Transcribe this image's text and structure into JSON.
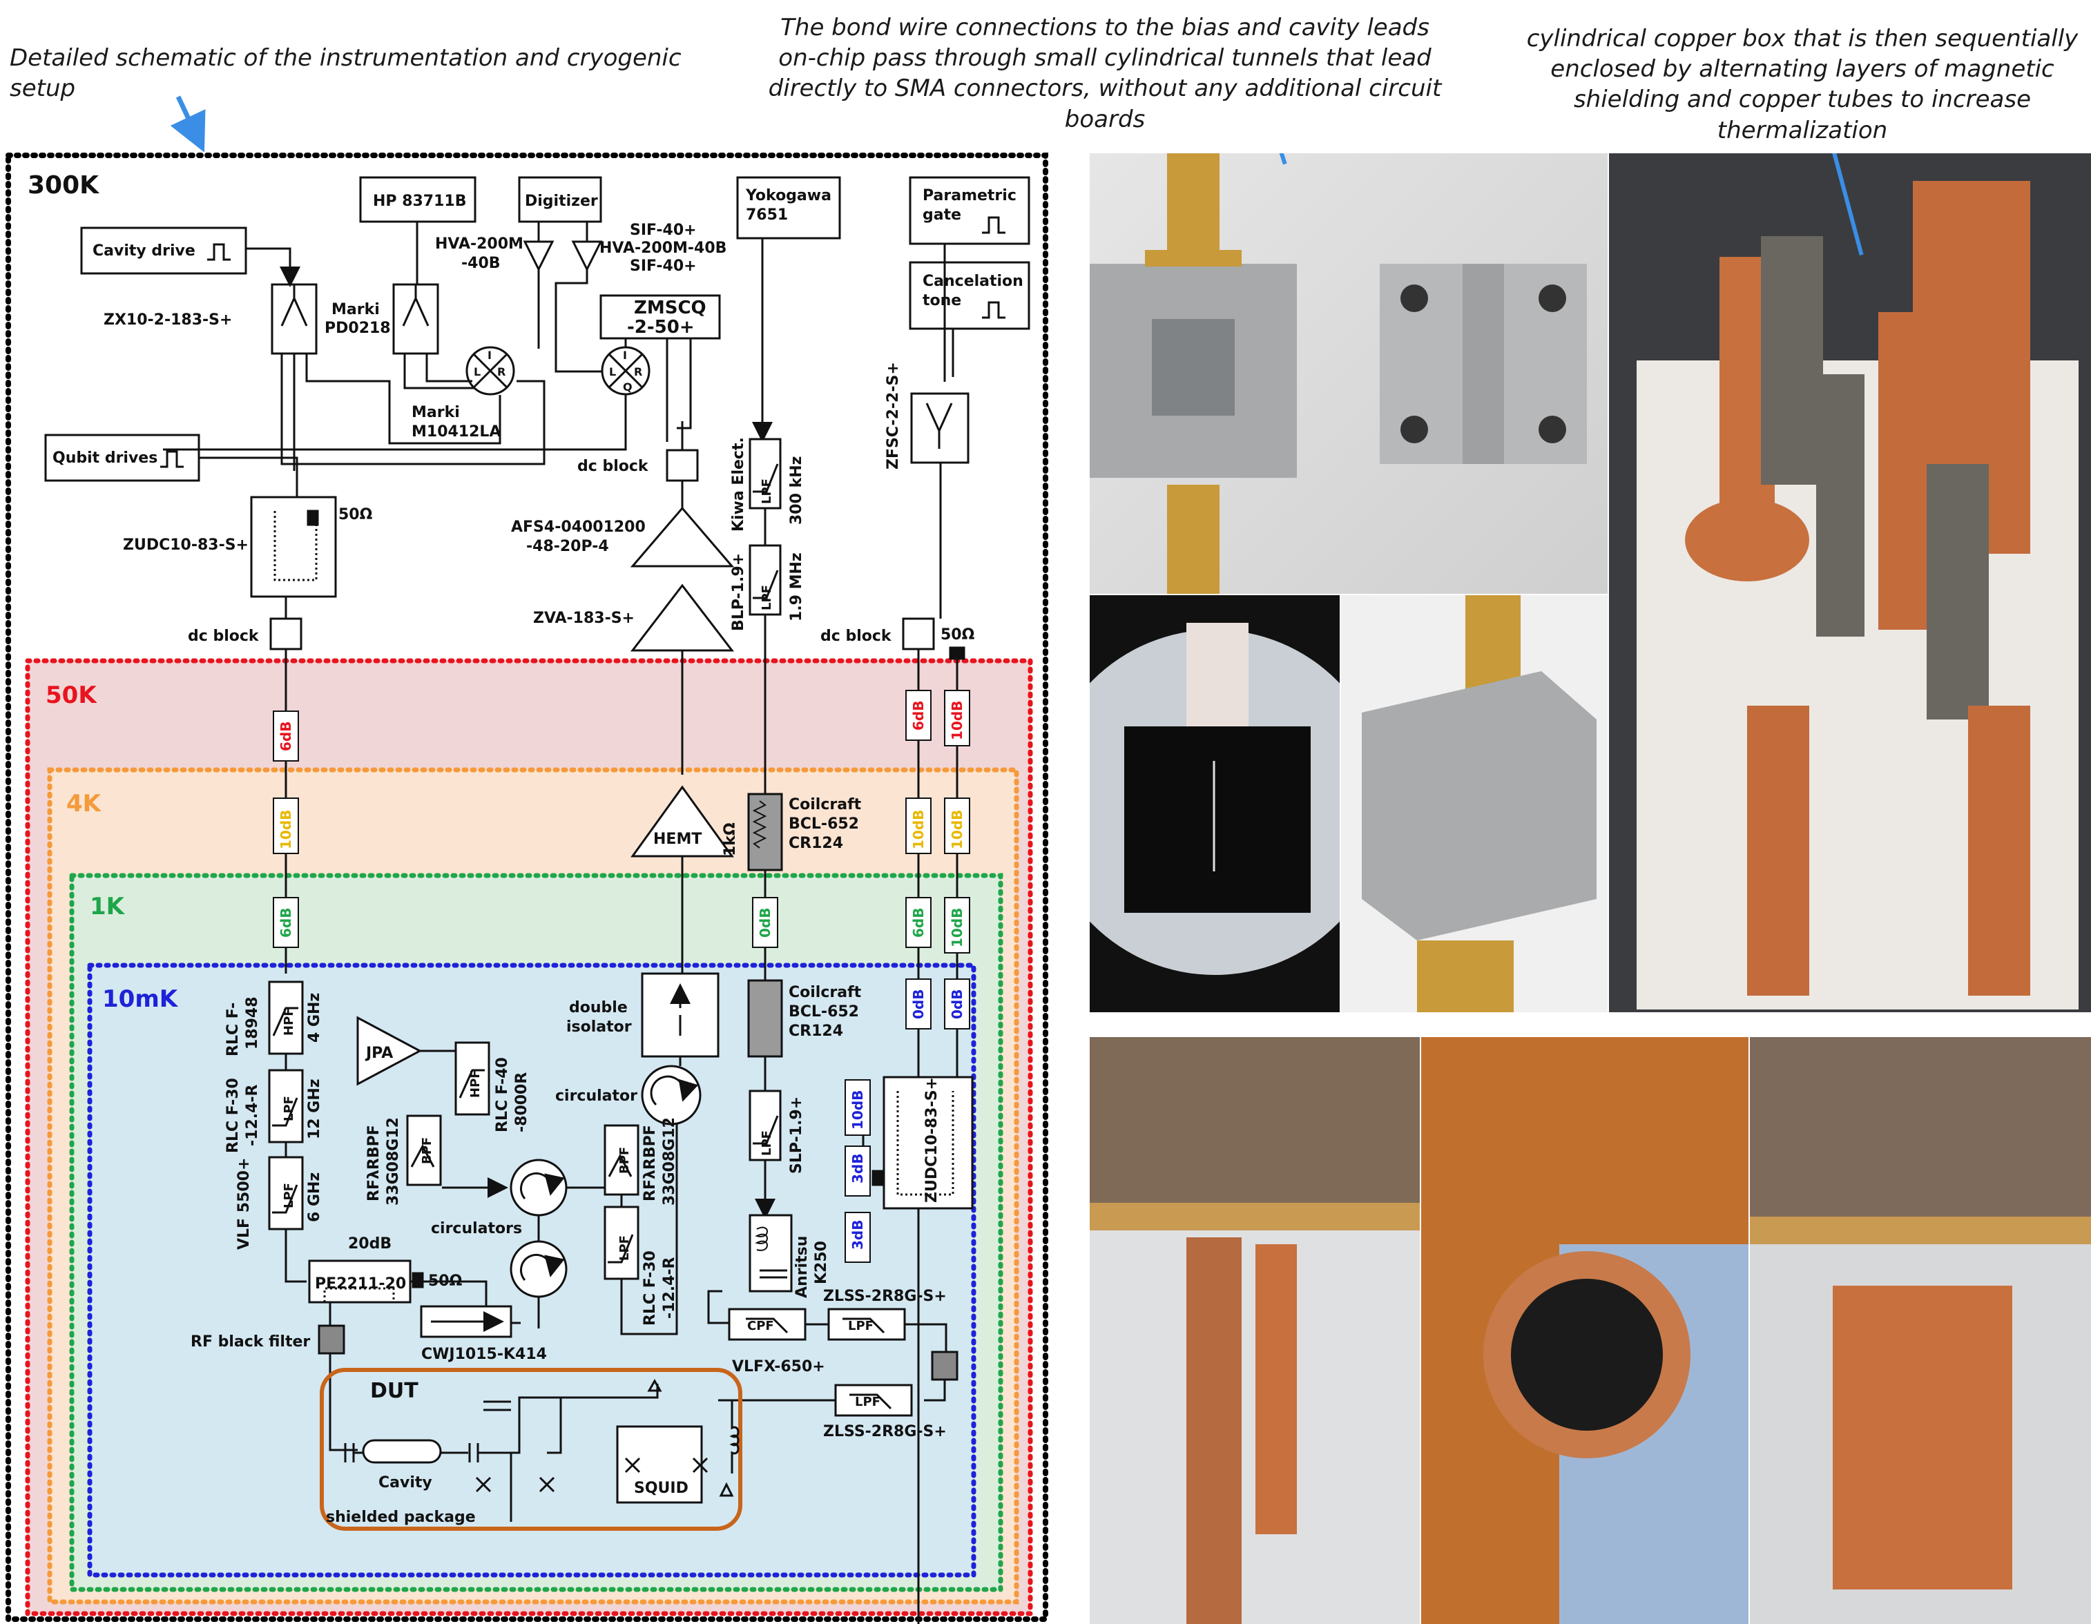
{
  "annotations": {
    "schematic": "Detailed schematic of the instrumentation and cryogenic setup",
    "bondwire": "The bond wire connections to the bias and cavity leads on-chip pass through small cylindrical tunnels that lead directly to SMA connectors, without any additional circuit boards",
    "copperbox": "cylindrical copper box that is then sequentially enclosed by alternating layers of magnetic shielding and copper tubes to increase thermalization"
  },
  "stages": {
    "s300": "300K",
    "s50": "50K",
    "s4": "4K",
    "s1": "1K",
    "s10": "10mK"
  },
  "stage_colors": {
    "s300": "#000000",
    "s50": "#e8141e",
    "s4": "#f59a3a",
    "s1": "#1fa64a",
    "s10": "#1e22d8"
  },
  "stage_fills": {
    "s50": "#f1d6d7",
    "s4": "#fbe4d2",
    "s1": "#dbeede",
    "s10": "#d4e8f2"
  },
  "instruments": {
    "hp": "HP 83711B",
    "digitizer": "Digitizer",
    "yokogawa_1": "Yokogawa",
    "yokogawa_2": "7651",
    "parametric_1": "Parametric",
    "parametric_2": "gate",
    "cancel_1": "Cancelation",
    "cancel_2": "tone",
    "cavity_drive": "Cavity drive",
    "qubit_drives": "Qubit drives"
  },
  "labels": {
    "zx10": "ZX10-2-183-S+",
    "marki_pd_1": "Marki",
    "marki_pd_2": "PD0218",
    "hva_left_1": "HVA-200M",
    "hva_left_2": "-40B",
    "sif_top": "SIF-40+",
    "hva_right": "HVA-200M-40B",
    "sif_bottom": "SIF-40+",
    "zmscq_1": "ZMSCQ",
    "zmscq_2": "-2-50+",
    "mixer_L": "L",
    "mixer_I": "I",
    "mixer_R": "R",
    "iq_I": "I",
    "iq_L": "L",
    "iq_Q": "Q",
    "iq_R": "R",
    "marki_m_1": "Marki",
    "marki_m_2": "M10412LA",
    "dc_block_a": "dc block",
    "afs4_1": "AFS4-04001200",
    "afs4_2": "-48-20P-4",
    "zva": "ZVA-183-S+",
    "kiwa": "Kiwa Elect.",
    "lpf300_freq": "300 kHz",
    "blp": "BLP-1.9+",
    "blp_freq": "1.9 MHz",
    "zfsc": "ZFSC-2-2-S+",
    "zudc_top": "ZUDC10-83-S+",
    "ohm50_a": "50Ω",
    "dc_block_b": "dc block",
    "dc_block_c": "dc block",
    "ohm50_b": "50Ω",
    "att_6db": "6dB",
    "att_10db": "10dB",
    "att_0db": "0dB",
    "att_3db": "3dB",
    "hemt": "HEMT",
    "r1k": "1kΩ",
    "coilcraft_1": "Coilcraft",
    "coilcraft_2": "BCL-652",
    "coilcraft_3": "CR124",
    "double_iso_1": "double",
    "double_iso_2": "isolator",
    "circulator": "circulator",
    "circulators": "circulators",
    "slp": "SLP-1.9+",
    "zudc_bottom": "ZUDC10-83-S+",
    "rlc_hpf_1": "RLC F-",
    "rlc_hpf_2": "18948",
    "hpf_freq": "4 GHz",
    "rlc_lpf_1": "RLC F-30",
    "rlc_lpf_2": "-12.4-R",
    "lpf12_freq": "12 GHz",
    "vlf_1": "VLF 5500+",
    "lpf6_freq": "6 GHz",
    "jpa": "JPA",
    "rlc_f40_1": "RLC F-40",
    "rlc_f40_2": "-8000R",
    "rfl_bpf_1": "RFλRBPF",
    "rfl_bpf_2": "33G08G12",
    "att_20db": "20dB",
    "pe2211": "PE2211-20",
    "ohm50_c": "50Ω",
    "cwj": "CWJ1015-K414",
    "rf_black": "RF black filter",
    "anritsu_1": "Anritsu",
    "anritsu_2": "K250",
    "zlss_top": "ZLSS-2R8G-S+",
    "zlss_bottom": "ZLSS-2R8G-S+",
    "vlfx": "VLFX-650+",
    "dut": "DUT",
    "cavity": "Cavity",
    "shielded": "shielded package",
    "squid": "SQUID",
    "lpf": "LPF",
    "hpf": "HPF",
    "bpf": "BPF",
    "cpf": "CPF"
  },
  "colors": {
    "att_red": "#e8141e",
    "att_yellow": "#e8b800",
    "att_green": "#1fa64a",
    "att_blue": "#1e22d8",
    "arrow": "#3a8ee6",
    "dut_border": "#c8651b"
  }
}
